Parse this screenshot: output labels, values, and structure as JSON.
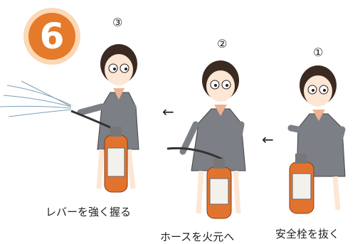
{
  "step_badge": {
    "number": "6",
    "color": "#e57a2a"
  },
  "steps": [
    {
      "marker": "③",
      "caption": "レバーを強く握る"
    },
    {
      "marker": "②",
      "caption": "ホースを火元へ"
    },
    {
      "marker": "①",
      "caption": "安全栓を抜く"
    }
  ],
  "arrows": [
    "←",
    "←"
  ],
  "colors": {
    "uniform": "#7c7f86",
    "extinguisher": "#e2732f",
    "scarf": "#f0b290",
    "hair": "#3b2a22"
  }
}
